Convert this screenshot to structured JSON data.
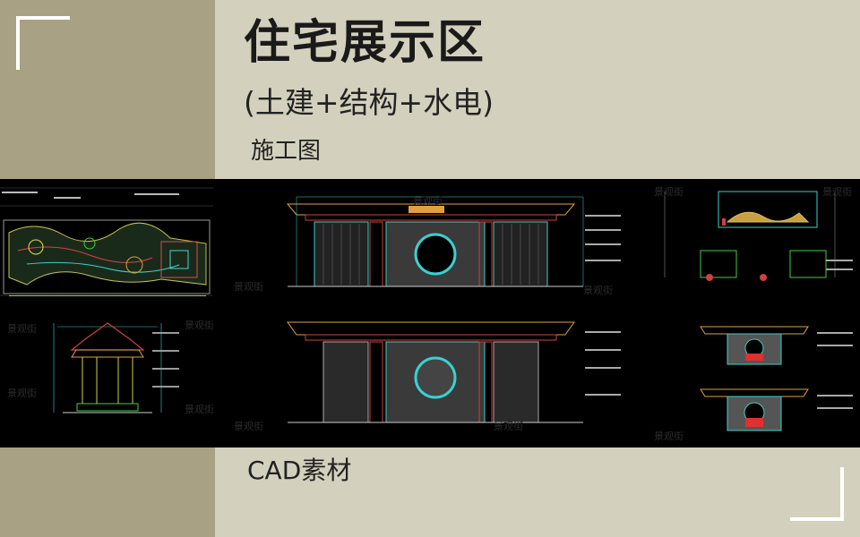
{
  "header": {
    "title": "住宅展示区",
    "subtitle": "(土建+结构+水电)",
    "subtitle2": "施工图"
  },
  "footer": {
    "label": "CAD素材"
  },
  "watermark": "景观街",
  "colors": {
    "background": "#d3d0bd",
    "left_band": "#a9a184",
    "strip": "#000000",
    "text": "#1a1a1a",
    "corner": "#ffffff"
  }
}
